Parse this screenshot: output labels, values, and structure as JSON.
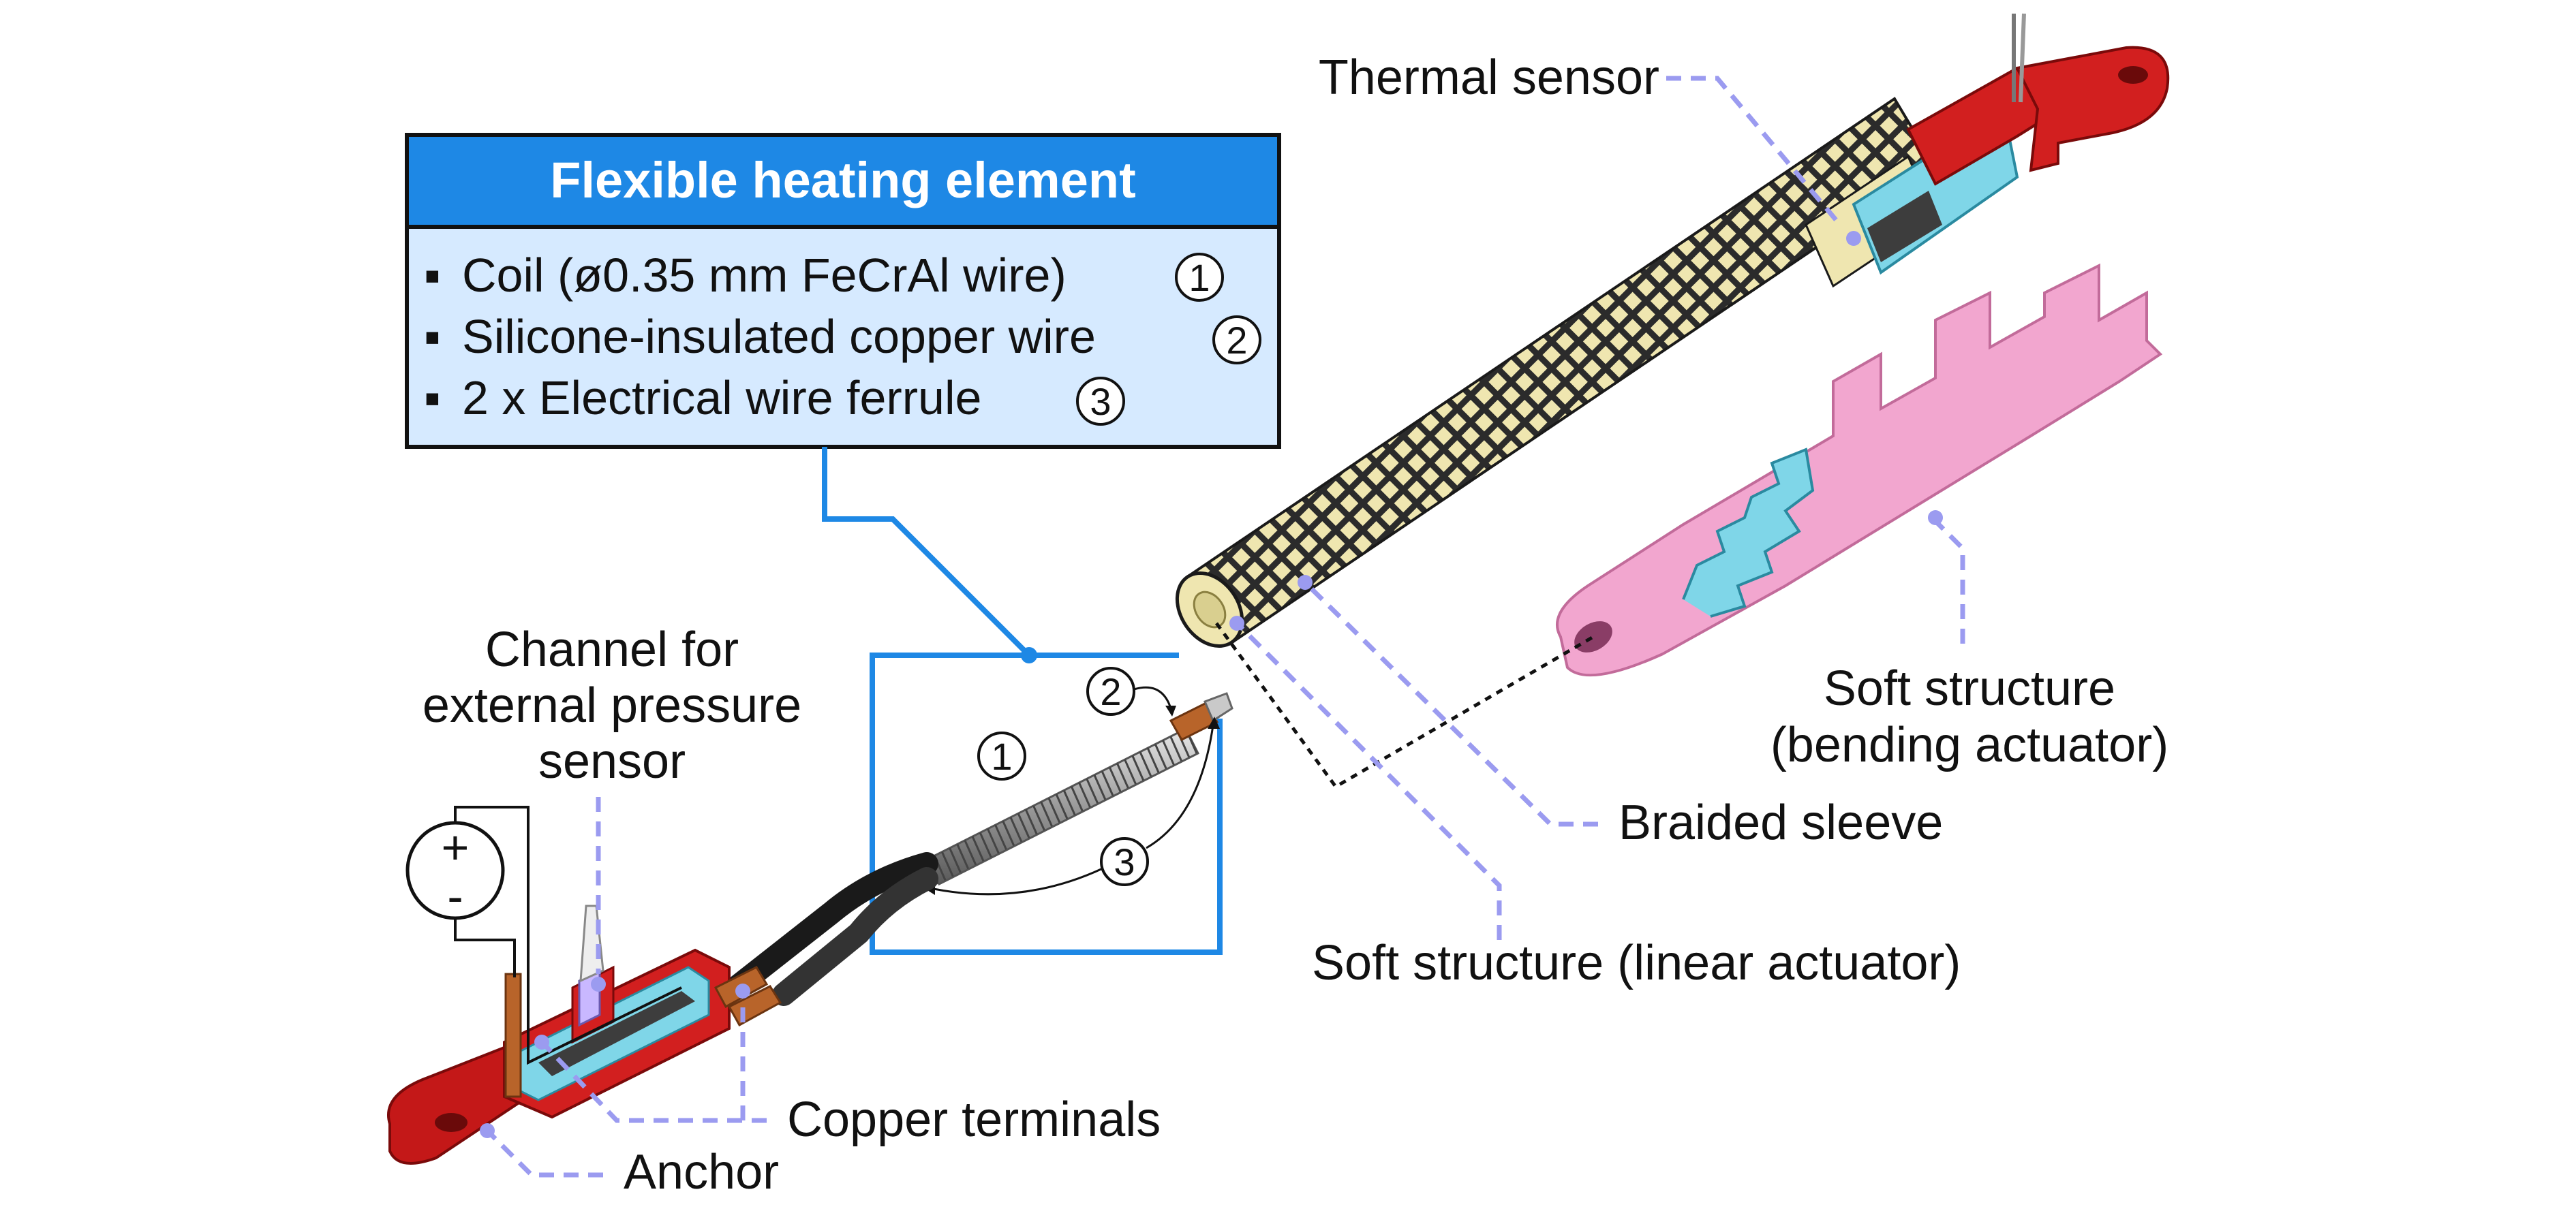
{
  "box": {
    "title": "Flexible heating element",
    "items": [
      {
        "bullet": "▪",
        "text": "Coil (ø0.35 mm FeCrAl wire)",
        "num": "1"
      },
      {
        "bullet": "▪",
        "text": "Silicone-insulated copper wire",
        "num": "2"
      },
      {
        "bullet": "▪",
        "text": "2 x Electrical wire ferrule",
        "num": "3"
      }
    ]
  },
  "labels": {
    "thermal_sensor": "Thermal sensor",
    "channel_line1": "Channel for",
    "channel_line2": "external pressure",
    "channel_line3": "sensor",
    "soft_bending_line1": "Soft structure",
    "soft_bending_line2": "(bending actuator)",
    "braided_sleeve": "Braided sleeve",
    "soft_linear": "Soft structure (linear actuator)",
    "copper_terminals": "Copper terminals",
    "anchor": "Anchor"
  },
  "inset_numbers": {
    "n1": "1",
    "n2": "2",
    "n3": "3"
  },
  "power_source": {
    "plus": "+",
    "minus": "-"
  },
  "colors": {
    "box_header": "#1e88e5",
    "box_body": "#d6eaff",
    "leader": "#9b9bf0",
    "anchor_red": "#d21f1f",
    "insulation_cyan": "#7fd6e8",
    "sleeve_dark": "#2a2a2a",
    "sleeve_cream": "#efe6b0",
    "bending_pink": "#f2a6cf",
    "copper": "#b8642a"
  }
}
